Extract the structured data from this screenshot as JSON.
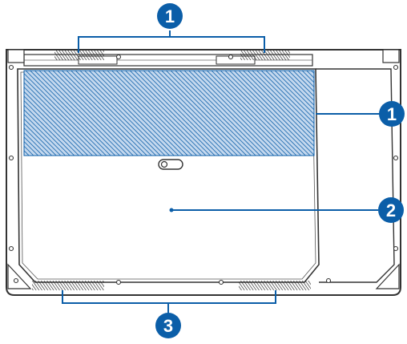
{
  "callouts": [
    {
      "id": "callout-1-top",
      "number": "1"
    },
    {
      "id": "callout-1-right",
      "number": "1"
    },
    {
      "id": "callout-2",
      "number": "2"
    },
    {
      "id": "callout-3",
      "number": "3"
    }
  ],
  "colors": {
    "callout_fill": "#0b5ea8",
    "callout_text": "#ffffff",
    "leader_line": "#0b5ea8",
    "vent_area_fill": "#9dbde0",
    "vent_hatch": "#0b5ea8",
    "device_outline": "#333333",
    "device_fill": "#ffffff",
    "screw": "#333333"
  }
}
